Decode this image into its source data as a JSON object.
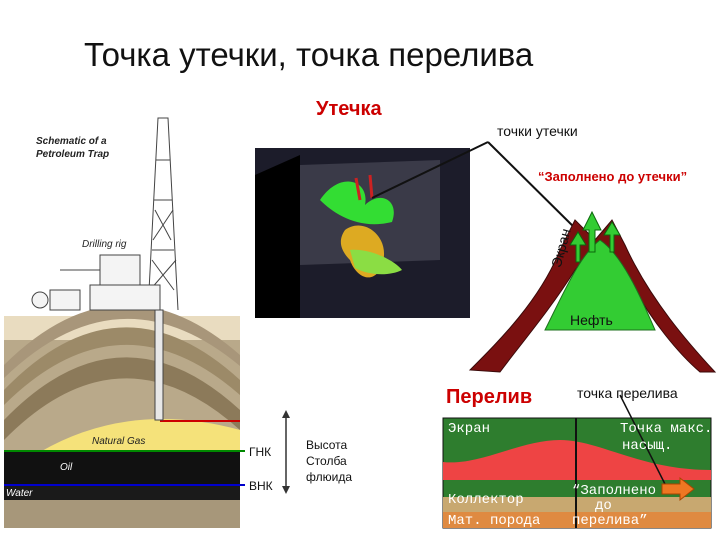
{
  "title": "Точка утечки, точка перелива",
  "leak": {
    "heading": "Утечка",
    "points_label": "точки утечки",
    "filled_label": "“Заполнено до утечки”",
    "screen_label": "Экран",
    "oil_label": "Нефть"
  },
  "schematic": {
    "title_line1": "Schematic of a",
    "title_line2": "Petroleum Trap",
    "drilling_rig": "Drilling rig",
    "natural_gas": "Natural Gas",
    "oil": "Oil",
    "water": "Water",
    "gnk": "ГНК",
    "vnk": "ВНК",
    "column_line1": "Высота",
    "column_line2": "Столба",
    "column_line3": "флюида"
  },
  "spill": {
    "heading": "Перелив",
    "point_label": "точка перелива",
    "screen_label": "Экран",
    "max_sat_line1": "Точка макс.",
    "max_sat_line2": "насыщ.",
    "reservoir_label": "Коллектор",
    "matrix_label": "Мат. порода",
    "filled_line1": "“Заполнено",
    "filled_line2": "до",
    "filled_line3": "перелива”"
  },
  "colors": {
    "leak_red": "#cc0000",
    "oil_green": "#33cc33",
    "screen_maroon": "#7a1010",
    "gas_yellow": "#f5e27a",
    "gnk_green": "#008800",
    "vnk_blue": "#0000cc",
    "spill_red": "#ee4444",
    "spill_green": "#2e7d2e",
    "spill_orange": "#ee7722"
  },
  "icons": [
    "drilling-rig-icon",
    "arrow-up-icon",
    "double-arrow-icon"
  ]
}
